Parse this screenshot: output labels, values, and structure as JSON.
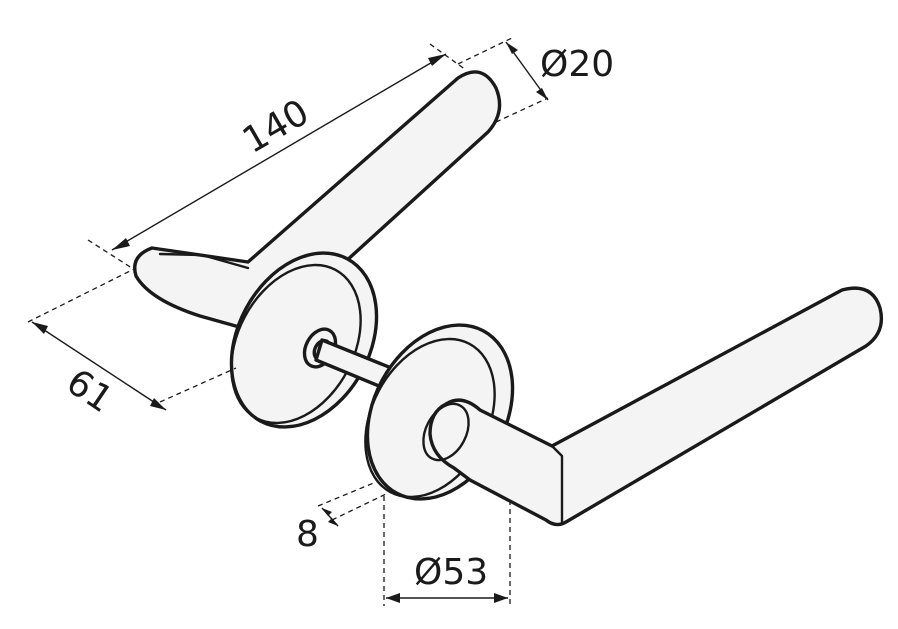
{
  "drawing": {
    "subject": "door lever handle set",
    "colors": {
      "line": "#1a1a1a",
      "fill": "#f4f4f4",
      "background": "#ffffff"
    }
  },
  "dimensions": {
    "lever_length": "140",
    "lever_diameter": "Ø20",
    "lever_projection": "61",
    "rose_thickness": "8",
    "rose_diameter": "Ø53"
  }
}
